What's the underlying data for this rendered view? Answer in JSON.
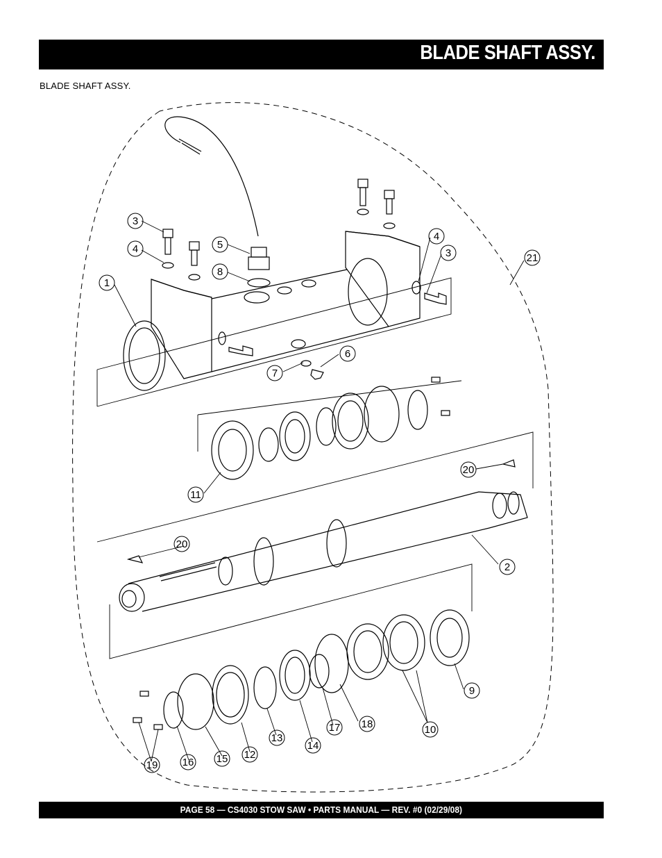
{
  "header": {
    "title": "BLADE SHAFT ASSY."
  },
  "subtitle": "BLADE SHAFT ASSY.",
  "footer": {
    "text": "PAGE 58 — CS4030 STOW SAW • PARTS MANUAL — REV. #0 (02/29/08)"
  },
  "callouts": {
    "c1": "1",
    "c2": "2",
    "c3a": "3",
    "c3b": "3",
    "c4a": "4",
    "c4b": "4",
    "c5": "5",
    "c6": "6",
    "c7": "7",
    "c8": "8",
    "c9": "9",
    "c10": "10",
    "c11": "11",
    "c12": "12",
    "c13": "13",
    "c14": "14",
    "c15": "15",
    "c16": "16",
    "c17": "17",
    "c18": "18",
    "c19": "19",
    "c20a": "20",
    "c20b": "20",
    "c21": "21"
  }
}
